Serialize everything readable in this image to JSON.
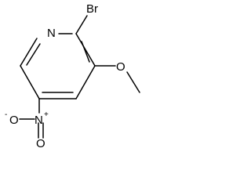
{
  "molecule": {
    "atoms": {
      "ring_nitrogen": "N",
      "bromine": "Br",
      "methoxy_oxygen": "O",
      "nitro_nitrogen": "N",
      "nitro_nitrogen_charge": "+",
      "nitro_oxygen_top": "O",
      "nitro_oxygen_bottom": "O",
      "nitro_oxygen_charge": "-"
    }
  }
}
